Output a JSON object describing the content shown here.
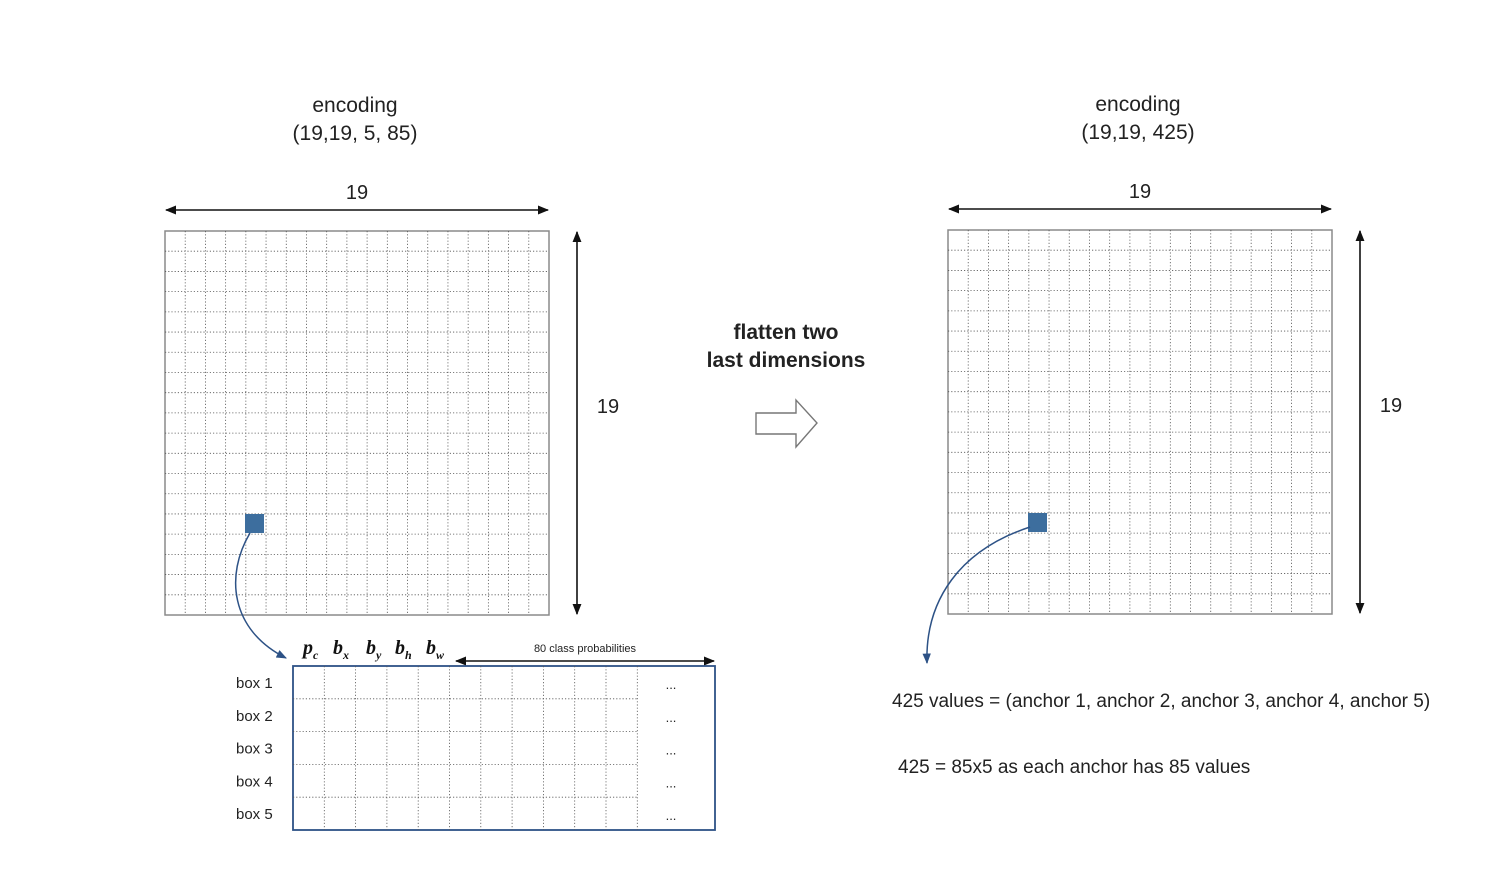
{
  "left": {
    "title": "encoding",
    "shape": "(19,19, 5, 85)",
    "width_label": "19",
    "height_label": "19"
  },
  "right": {
    "title": "encoding",
    "shape": "(19,19, 425)",
    "width_label": "19",
    "height_label": "19"
  },
  "transform": {
    "line1": "flatten two",
    "line2": "last dimensions"
  },
  "detail": {
    "vars": [
      {
        "base": "p",
        "sub": "c"
      },
      {
        "base": "b",
        "sub": "x"
      },
      {
        "base": "b",
        "sub": "y"
      },
      {
        "base": "b",
        "sub": "h"
      },
      {
        "base": "b",
        "sub": "w"
      }
    ],
    "class_label": "80 class probabilities",
    "boxes": [
      "box 1",
      "box 2",
      "box 3",
      "box 4",
      "box 5"
    ],
    "ellipsis": "..."
  },
  "notes": {
    "line1": "425 values = (anchor 1, anchor 2, anchor 3, anchor 4, anchor 5)",
    "line2": "425 = 85x5 as each anchor has 85 values"
  },
  "colors": {
    "cell_highlight": "#3d6e9e",
    "table_border": "#2d5286",
    "grid_border": "#8a8a8a",
    "grid_dots": "#555555",
    "curve": "#2d5286"
  }
}
